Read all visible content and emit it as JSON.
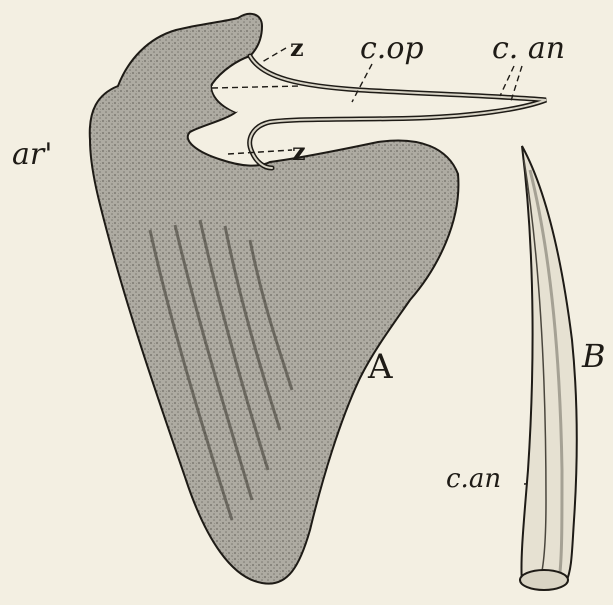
{
  "figure": {
    "labels": {
      "ar": "ar'",
      "z_upper": "z",
      "z_lower": "z",
      "cop": "c.op",
      "can_top": "c. an",
      "A": "A",
      "B": "B",
      "can_B": "c.an"
    }
  },
  "colors": {
    "paper": "#f3efe2",
    "ink": "#1e1b16",
    "bone_fill": "#a8a59c"
  }
}
